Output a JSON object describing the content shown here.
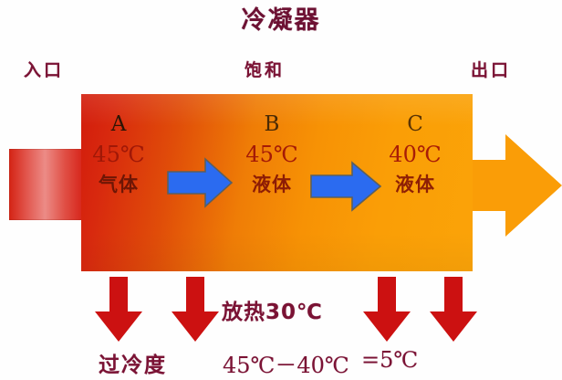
{
  "diagram": {
    "title": "冷凝器",
    "title_color": "#6d1133",
    "labels": {
      "inlet": "入口",
      "saturated": "饱和",
      "outlet": "出口",
      "label_color": "#7a1234"
    },
    "body": {
      "gradient_start": "#d21c0c",
      "gradient_end": "#fba308"
    },
    "stages": [
      {
        "letter": "A",
        "temperature": "45℃",
        "phase": "气体"
      },
      {
        "letter": "B",
        "temperature": "45℃",
        "phase": "液体"
      },
      {
        "letter": "C",
        "temperature": "40℃",
        "phase": "液体"
      }
    ],
    "flow_arrows": {
      "color": "#2b6bf0",
      "count": 2,
      "direction": "right"
    },
    "heat_arrows": {
      "color": "#cc1111",
      "count": 4,
      "direction": "down"
    },
    "annotations": {
      "heat_release": "放热30℃",
      "subcooling_label": "过冷度",
      "subcooling_calc": "45℃－40℃",
      "subcooling_result": "=5℃"
    },
    "inlet_pipe_color": "#d42314",
    "outlet_arrow_color": "#fa9d07"
  }
}
